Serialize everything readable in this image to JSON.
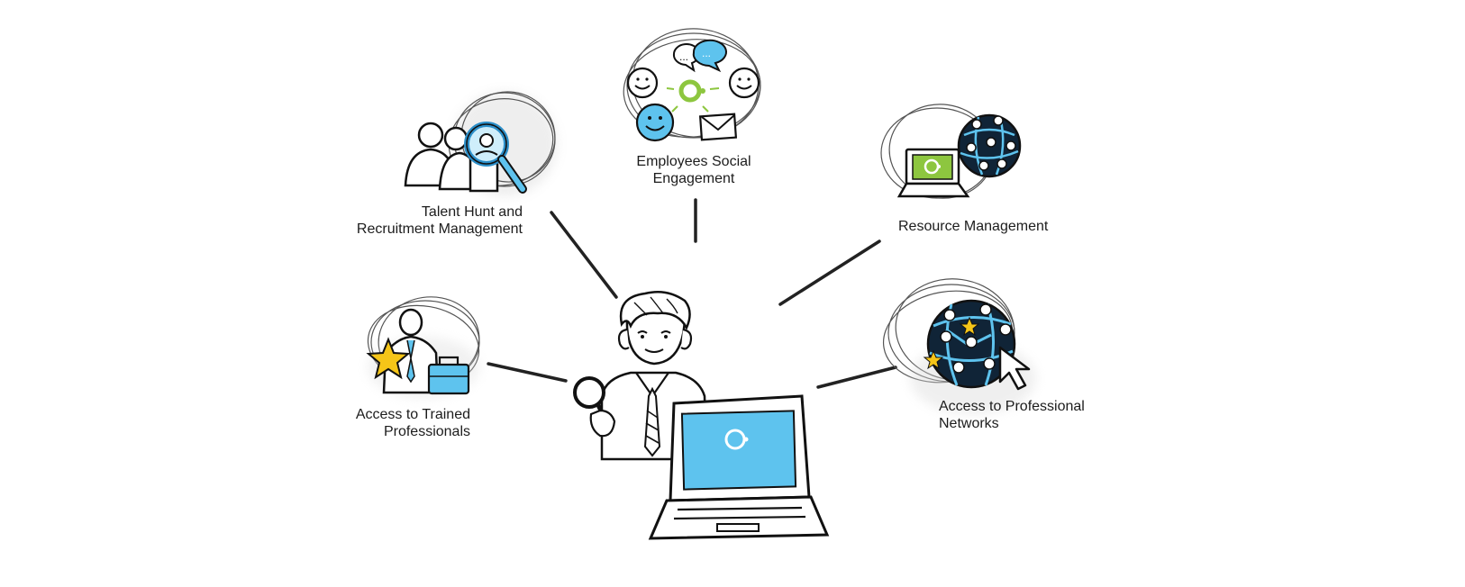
{
  "nodes": [
    {
      "id": "talent",
      "lines": [
        "Talent Hunt and",
        "Recruitment Management"
      ],
      "icon": "people-magnifier-icon"
    },
    {
      "id": "social",
      "lines": [
        "Employees Social",
        "Engagement"
      ],
      "icon": "social-chat-icon"
    },
    {
      "id": "resource",
      "lines": [
        "Resource Management"
      ],
      "icon": "laptop-network-icon"
    },
    {
      "id": "trained",
      "lines": [
        "Access to Trained",
        "Professionals"
      ],
      "icon": "professional-star-icon"
    },
    {
      "id": "networks",
      "lines": [
        "Access to Professional",
        "Networks"
      ],
      "icon": "network-globe-cursor-icon"
    }
  ],
  "center": {
    "icon": "person-with-laptop-icon"
  },
  "colors": {
    "accent_blue": "#5ec3ee",
    "accent_green": "#8dc63f",
    "star_yellow": "#f5c518",
    "globe_dark": "#102437",
    "ink": "#1c1c1c"
  }
}
